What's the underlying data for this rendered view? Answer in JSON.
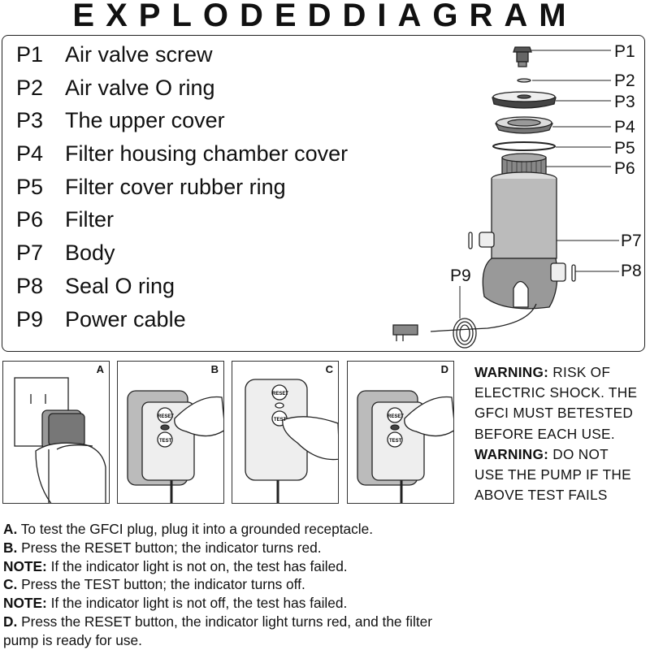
{
  "title": "EXPLODEDDIAGRAM",
  "parts": [
    {
      "code": "P1",
      "name": "Air valve screw"
    },
    {
      "code": "P2",
      "name": "Air valve O ring"
    },
    {
      "code": "P3",
      "name": "The upper cover"
    },
    {
      "code": "P4",
      "name": "Filter housing chamber cover"
    },
    {
      "code": "P5",
      "name": "Filter cover rubber ring"
    },
    {
      "code": "P6",
      "name": "Filter"
    },
    {
      "code": "P7",
      "name": "Body"
    },
    {
      "code": "P8",
      "name": "Seal O ring"
    },
    {
      "code": "P9",
      "name": "Power cable"
    }
  ],
  "callouts": [
    "P1",
    "P2",
    "P3",
    "P4",
    "P5",
    "P6",
    "P7",
    "P8",
    "P9"
  ],
  "panels": [
    {
      "label": "A"
    },
    {
      "label": "B",
      "reset": "RESET",
      "test": "TEST"
    },
    {
      "label": "C",
      "reset": "RESET",
      "test": "TEST"
    },
    {
      "label": "D",
      "reset": "RESET",
      "test": "TEST"
    }
  ],
  "warning": {
    "w1_label": "WARNING:",
    "w1_line1": " RISK OF",
    "w1_line2": "ELECTRIC SHOCK. THE",
    "w1_line3": "GFCI MUST BETESTED",
    "w1_line4": "BEFORE EACH USE.",
    "w2_label": "WARNING:",
    "w2_line1": " DO NOT",
    "w2_line2": "USE THE PUMP IF THE",
    "w2_line3": "ABOVE TEST FAILS"
  },
  "instructions": [
    {
      "key": "A.",
      "text": " To test the GFCI plug, plug it into a grounded receptacle."
    },
    {
      "key": "B.",
      "text": "  Press the RESET button; the indicator turns red."
    },
    {
      "key": "NOTE:",
      "text": " If the indicator light is not on, the test has failed."
    },
    {
      "key": "C.",
      "text": " Press the TEST button; the indicator turns off."
    },
    {
      "key": "NOTE:",
      "text": " If the indicator light is not off, the test has failed."
    },
    {
      "key": "D.",
      "text": " Press the RESET button, the indicator light turns red, and the filter"
    },
    {
      "key": "",
      "text": "pump is ready for use."
    }
  ]
}
